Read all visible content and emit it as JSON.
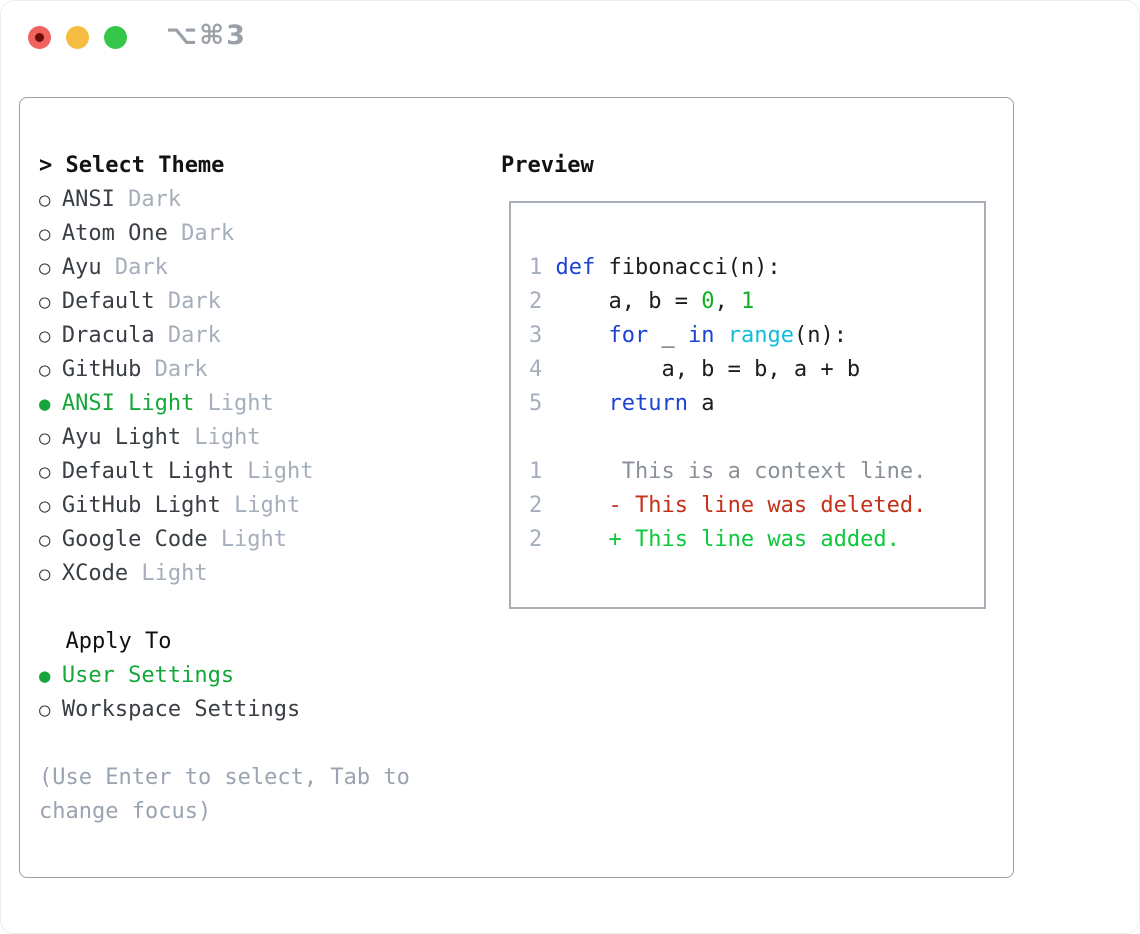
{
  "titlebar": {
    "shortcut": "⌥⌘3"
  },
  "theme_picker": {
    "header_marker": ">",
    "header": "Select Theme",
    "icons": {
      "selected": "●",
      "unselected": "○"
    },
    "themes": [
      {
        "name": "ANSI",
        "tag": "Dark",
        "selected": false
      },
      {
        "name": "Atom One",
        "tag": "Dark",
        "selected": false
      },
      {
        "name": "Ayu",
        "tag": "Dark",
        "selected": false
      },
      {
        "name": "Default",
        "tag": "Dark",
        "selected": false
      },
      {
        "name": "Dracula",
        "tag": "Dark",
        "selected": false
      },
      {
        "name": "GitHub",
        "tag": "Dark",
        "selected": false
      },
      {
        "name": "ANSI Light",
        "tag": "Light",
        "selected": true
      },
      {
        "name": "Ayu Light",
        "tag": "Light",
        "selected": false
      },
      {
        "name": "Default Light",
        "tag": "Light",
        "selected": false
      },
      {
        "name": "GitHub Light",
        "tag": "Light",
        "selected": false
      },
      {
        "name": "Google Code",
        "tag": "Light",
        "selected": false
      },
      {
        "name": "XCode",
        "tag": "Light",
        "selected": false
      }
    ],
    "apply_to": {
      "header": "Apply To",
      "options": [
        {
          "label": "User Settings",
          "selected": true
        },
        {
          "label": "Workspace Settings",
          "selected": false
        }
      ]
    },
    "hint": "(Use Enter to select, Tab to change focus)"
  },
  "preview": {
    "title": "Preview",
    "lines": [
      {
        "num": "1",
        "segments": [
          {
            "t": "def",
            "c": "kw"
          },
          {
            "t": " fibonacci(n):",
            "c": "plain"
          }
        ]
      },
      {
        "num": "2",
        "segments": [
          {
            "t": "    a, b = ",
            "c": "plain"
          },
          {
            "t": "0",
            "c": "num"
          },
          {
            "t": ", ",
            "c": "plain"
          },
          {
            "t": "1",
            "c": "num"
          }
        ]
      },
      {
        "num": "3",
        "segments": [
          {
            "t": "    ",
            "c": "plain"
          },
          {
            "t": "for",
            "c": "kw"
          },
          {
            "t": " _ ",
            "c": "plain"
          },
          {
            "t": "in",
            "c": "kw"
          },
          {
            "t": " ",
            "c": "plain"
          },
          {
            "t": "range",
            "c": "fn"
          },
          {
            "t": "(n):",
            "c": "plain"
          }
        ]
      },
      {
        "num": "4",
        "segments": [
          {
            "t": "        a, b = b, a + b",
            "c": "plain"
          }
        ]
      },
      {
        "num": "5",
        "segments": [
          {
            "t": "    ",
            "c": "plain"
          },
          {
            "t": "return",
            "c": "kw"
          },
          {
            "t": " a",
            "c": "plain"
          }
        ]
      },
      {
        "num": "",
        "segments": []
      },
      {
        "num": "1",
        "segments": [
          {
            "t": "     This is a context line.",
            "c": "ctx"
          }
        ]
      },
      {
        "num": "2",
        "segments": [
          {
            "t": "    - This line was deleted.",
            "c": "del"
          }
        ]
      },
      {
        "num": "2",
        "segments": [
          {
            "t": "    + This line was added.",
            "c": "add"
          }
        ]
      }
    ]
  },
  "colors": {
    "accent_green": "#16a73a",
    "keyword_blue": "#1c43d4",
    "function_cyan": "#14bcd6",
    "number_green": "#10b124",
    "diff_deleted_red": "#c43018",
    "diff_added_green": "#0cc93c",
    "muted_gray": "#a5aebb",
    "traffic_red": "#f0625c",
    "traffic_yellow": "#f5bc41",
    "traffic_green": "#35c64a"
  }
}
